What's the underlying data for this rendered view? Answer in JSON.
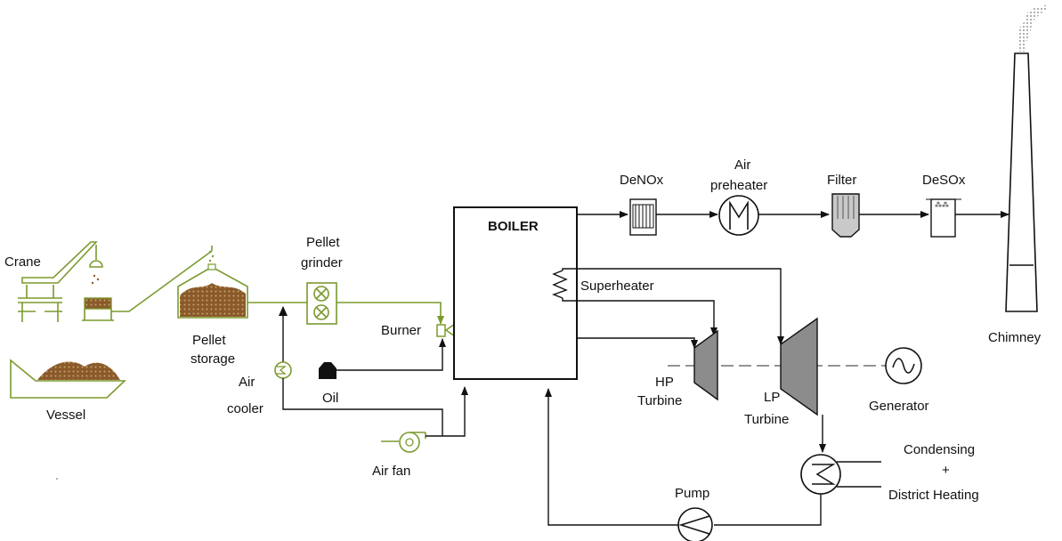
{
  "labels": {
    "crane": "Crane",
    "vessel": "Vessel",
    "pellet_storage_1": "Pellet",
    "pellet_storage_2": "storage",
    "pellet_grinder_1": "Pellet",
    "pellet_grinder_2": "grinder",
    "burner": "Burner",
    "air_cooler_1": "Air",
    "air_cooler_2": "cooler",
    "oil": "Oil",
    "air_fan": "Air fan",
    "boiler": "BOILER",
    "superheater": "Superheater",
    "denox": "DeNOx",
    "air_preheater_1": "Air",
    "air_preheater_2": "preheater",
    "filter": "Filter",
    "desox": "DeSOx",
    "chimney": "Chimney",
    "hp_turbine_1": "HP",
    "hp_turbine_2": "Turbine",
    "lp_turbine_1": "LP",
    "lp_turbine_2": "Turbine",
    "generator": "Generator",
    "condensing_1": "Condensing",
    "condensing_2": "+",
    "condensing_3": "District Heating",
    "pump": "Pump"
  },
  "colors": {
    "biomass_line": "#7a9a2e",
    "pellet_fill": "#8a5a2b",
    "equipment_gray": "#8c8c8c",
    "line": "#111111"
  }
}
